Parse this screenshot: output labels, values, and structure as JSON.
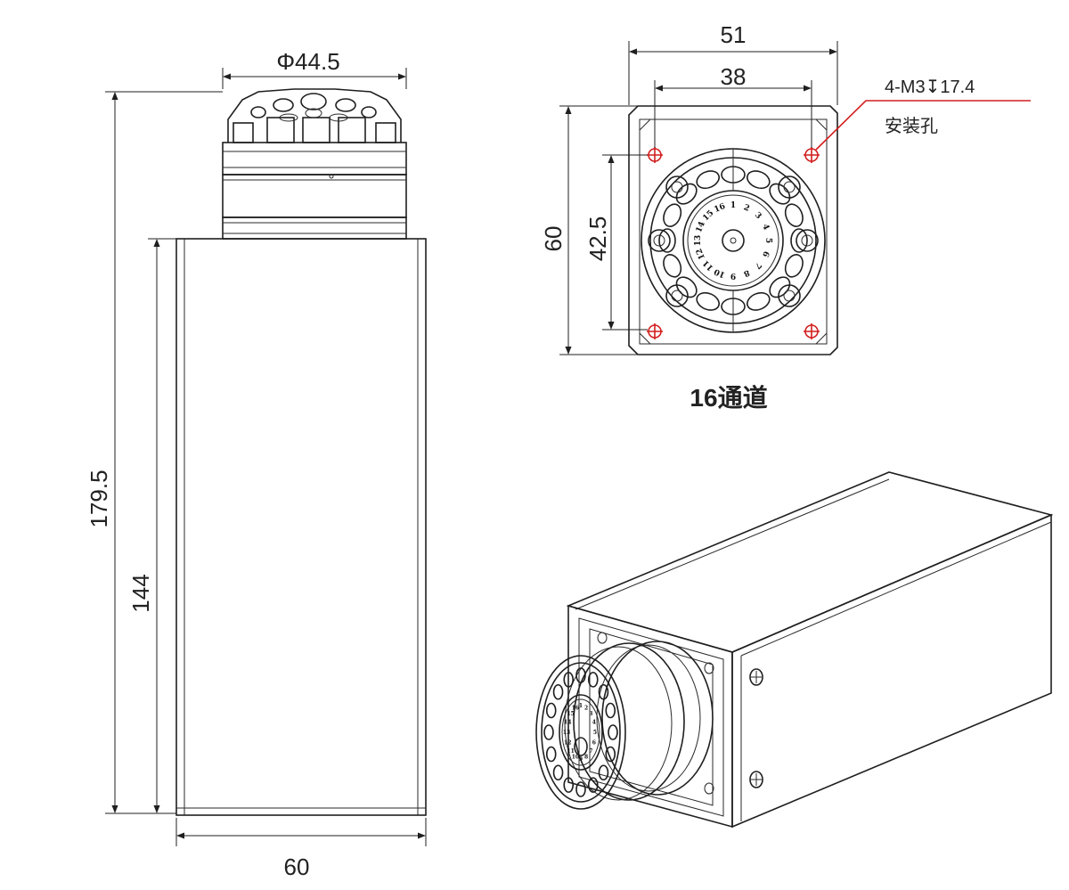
{
  "side_view": {
    "dimensions": {
      "top_diameter": "Φ44.5",
      "overall_height": "179.5",
      "body_height": "144",
      "body_width": "60"
    }
  },
  "top_view": {
    "dimensions": {
      "outer_width": "51",
      "hole_spacing_x": "38",
      "outer_height": "60",
      "hole_spacing_y": "42.5"
    },
    "callout": {
      "hole_spec": "4-M3↧17.4",
      "hole_label": "安装孔"
    },
    "channel_numbers": [
      "1",
      "2",
      "3",
      "4",
      "5",
      "6",
      "7",
      "8",
      "9",
      "10",
      "11",
      "12",
      "13",
      "14",
      "15",
      "16"
    ],
    "caption": "16通道"
  },
  "iso_view": {
    "channel_numbers": [
      "1",
      "2",
      "3",
      "4",
      "5",
      "6",
      "7",
      "8",
      "9",
      "10",
      "11",
      "12",
      "13",
      "14",
      "15",
      "16"
    ]
  },
  "colors": {
    "line": "#1f1f1f",
    "callout": "#d21f1f"
  }
}
